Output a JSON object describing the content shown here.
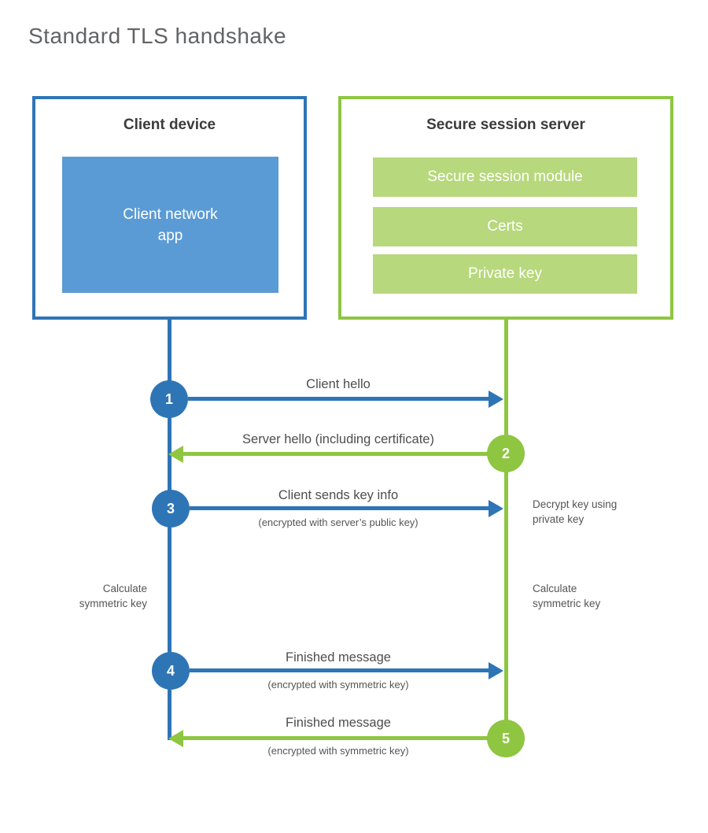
{
  "title": "Standard TLS handshake",
  "colors": {
    "client_accent": "#2e75b6",
    "client_fill": "#5b9bd5",
    "server_accent": "#8ec641",
    "server_fill": "#b7d87c",
    "text_dark": "#3b3b3b",
    "text_gray": "#555555"
  },
  "client": {
    "title": "Client device",
    "app_label": "Client network\napp"
  },
  "server": {
    "title": "Secure session server",
    "modules": [
      "Secure session module",
      "Certs",
      "Private key"
    ]
  },
  "steps": [
    {
      "num": "1",
      "label": "Client hello",
      "direction": "client-to-server"
    },
    {
      "num": "2",
      "label": "Server hello (including certificate)",
      "direction": "server-to-client"
    },
    {
      "num": "3",
      "label": "Client sends key info",
      "sub": "(encrypted with server’s public key)",
      "direction": "client-to-server"
    },
    {
      "num": "4",
      "label": "Finished message",
      "sub": "(encrypted with symmetric key)",
      "direction": "client-to-server"
    },
    {
      "num": "5",
      "label": "Finished message",
      "sub": "(encrypted with symmetric key)",
      "direction": "server-to-client"
    }
  ],
  "notes": {
    "decrypt_key": "Decrypt key using\nprivate key",
    "calculate_left": "Calculate\nsymmetric key",
    "calculate_right": "Calculate\nsymmetric key"
  }
}
